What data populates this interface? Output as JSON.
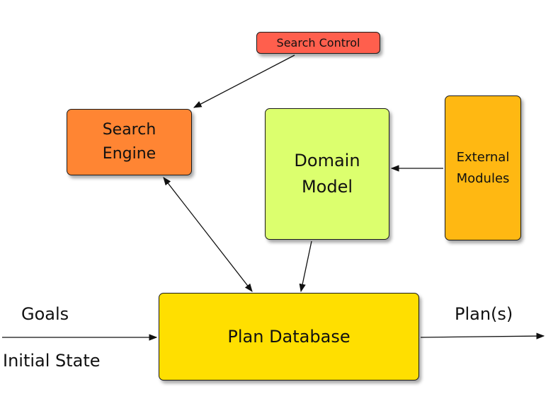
{
  "diagram": {
    "nodes": {
      "search_control": {
        "label": "Search Control",
        "color": "#FF5F4D"
      },
      "search_engine": {
        "line1": "Search",
        "line2": "Engine",
        "color": "#FF8533"
      },
      "domain_model": {
        "line1": "Domain",
        "line2": "Model",
        "color": "#DCFF6E"
      },
      "external_modules": {
        "line1": "External",
        "line2": "Modules",
        "color": "#FFB812"
      },
      "plan_database": {
        "label": "Plan Database",
        "color": "#FFDF00"
      }
    },
    "labels": {
      "goals": "Goals",
      "initial_state": "Initial State",
      "plans": "Plan(s)"
    },
    "edges": [
      {
        "from": "search_control",
        "to": "search_engine",
        "direction": "forward"
      },
      {
        "from": "search_engine",
        "to": "plan_database",
        "direction": "both"
      },
      {
        "from": "domain_model",
        "to": "plan_database",
        "direction": "forward"
      },
      {
        "from": "external_modules",
        "to": "domain_model",
        "direction": "forward"
      },
      {
        "from": "inputs",
        "to": "plan_database",
        "direction": "forward"
      },
      {
        "from": "plan_database",
        "to": "outputs",
        "direction": "forward"
      }
    ]
  }
}
